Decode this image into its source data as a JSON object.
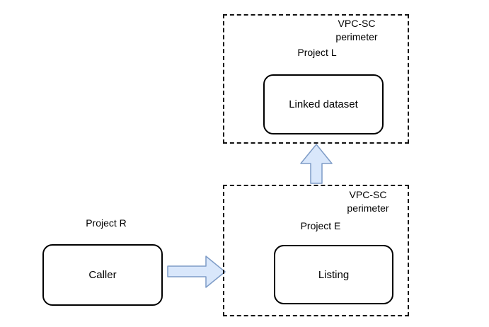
{
  "colors": {
    "arrow_fill": "#d9e7fb",
    "arrow_stroke": "#7e9cc7",
    "line": "#111111"
  },
  "top_perimeter": {
    "label_lines": [
      "VPC-SC",
      "perimeter"
    ],
    "project_label": "Project L",
    "node_label": "Linked dataset"
  },
  "bottom_perimeter": {
    "label_lines": [
      "VPC-SC",
      "perimeter"
    ],
    "project_label": "Project E",
    "node_label": "Listing"
  },
  "external": {
    "project_label": "Project R",
    "node_label": "Caller"
  }
}
